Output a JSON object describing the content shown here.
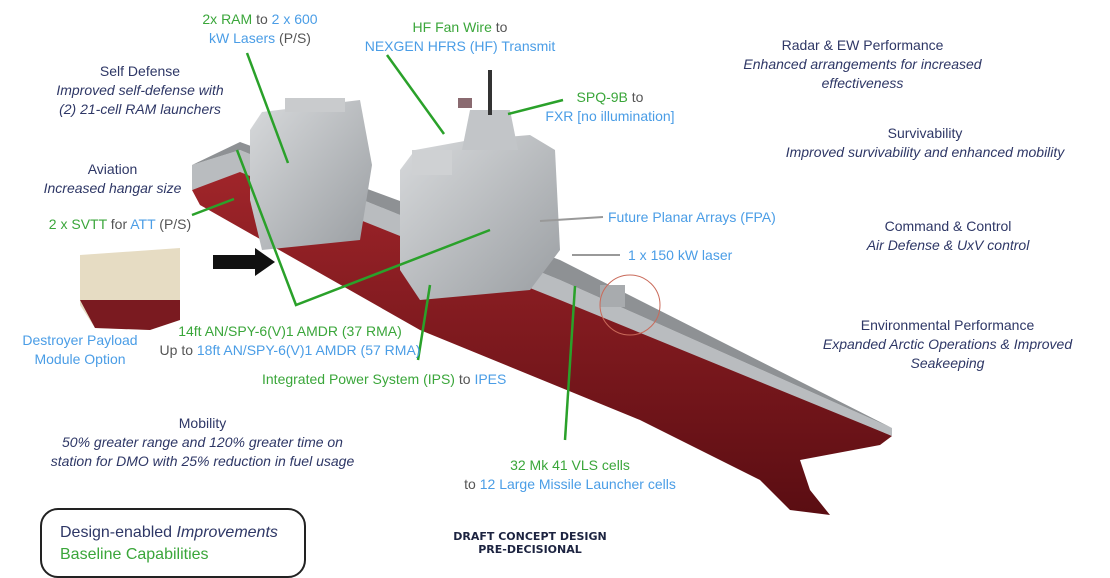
{
  "callouts": {
    "ram": {
      "a": "2x RAM",
      "b": " to ",
      "c": "2 x 600",
      "d": "kW Lasers",
      "e": " (P/S)"
    },
    "hf": {
      "a": "HF Fan Wire",
      "b": " to",
      "c": "NEXGEN HFRS (HF) Transmit"
    },
    "spq": {
      "a": "SPQ-9B",
      "b": " to",
      "c": "FXR [no illumination]"
    },
    "svtt": {
      "a": "2 x SVTT",
      "b": " for ",
      "c": "ATT",
      "d": " (P/S)"
    },
    "fpa": "Future Planar Arrays (FPA)",
    "laser": "1 x 150 kW laser",
    "dpm": {
      "a": "Destroyer Payload",
      "b": "Module Option"
    },
    "amdr": {
      "a": "14ft AN/SPY-6(V)1 AMDR (37 RMA)",
      "b": "Up to ",
      "c": "18ft AN/SPY-6(V)1 AMDR (57 RMA)"
    },
    "ips": {
      "a": "Integrated Power System (IPS)",
      "b": " to ",
      "c": "IPES"
    },
    "vls": {
      "a": "32 Mk 41 VLS cells",
      "b": "to ",
      "c": "12 Large Missile Launcher cells"
    }
  },
  "capabilities": {
    "self_defense": {
      "title": "Self Defense",
      "l1": "Improved self-defense with",
      "l2": "(2) 21-cell RAM launchers"
    },
    "aviation": {
      "title": "Aviation",
      "l1": "Increased hangar size"
    },
    "mobility": {
      "title": "Mobility",
      "l1": "50% greater range and 120% greater time on",
      "l2": "station for DMO with 25% reduction in fuel usage"
    },
    "radar": {
      "title": "Radar & EW Performance",
      "l1": "Enhanced arrangements for increased",
      "l2": "effectiveness"
    },
    "survivability": {
      "title": "Survivability",
      "l1": "Improved survivability and enhanced mobility"
    },
    "c2": {
      "title": "Command & Control",
      "l1": "Air Defense & UxV control"
    },
    "environmental": {
      "title": "Environmental Performance",
      "l1": "Expanded Arctic Operations & Improved",
      "l2": "Seakeeping"
    }
  },
  "legend": {
    "a": "Design-enabled ",
    "b": "Improvements",
    "c": "Baseline Capabilities"
  },
  "stamp": {
    "l1": "DRAFT CONCEPT DESIGN",
    "l2": "PRE-DECISIONAL"
  },
  "colors": {
    "green": "#3aa63a",
    "blue": "#4a9de6",
    "navy": "#2e3766"
  }
}
